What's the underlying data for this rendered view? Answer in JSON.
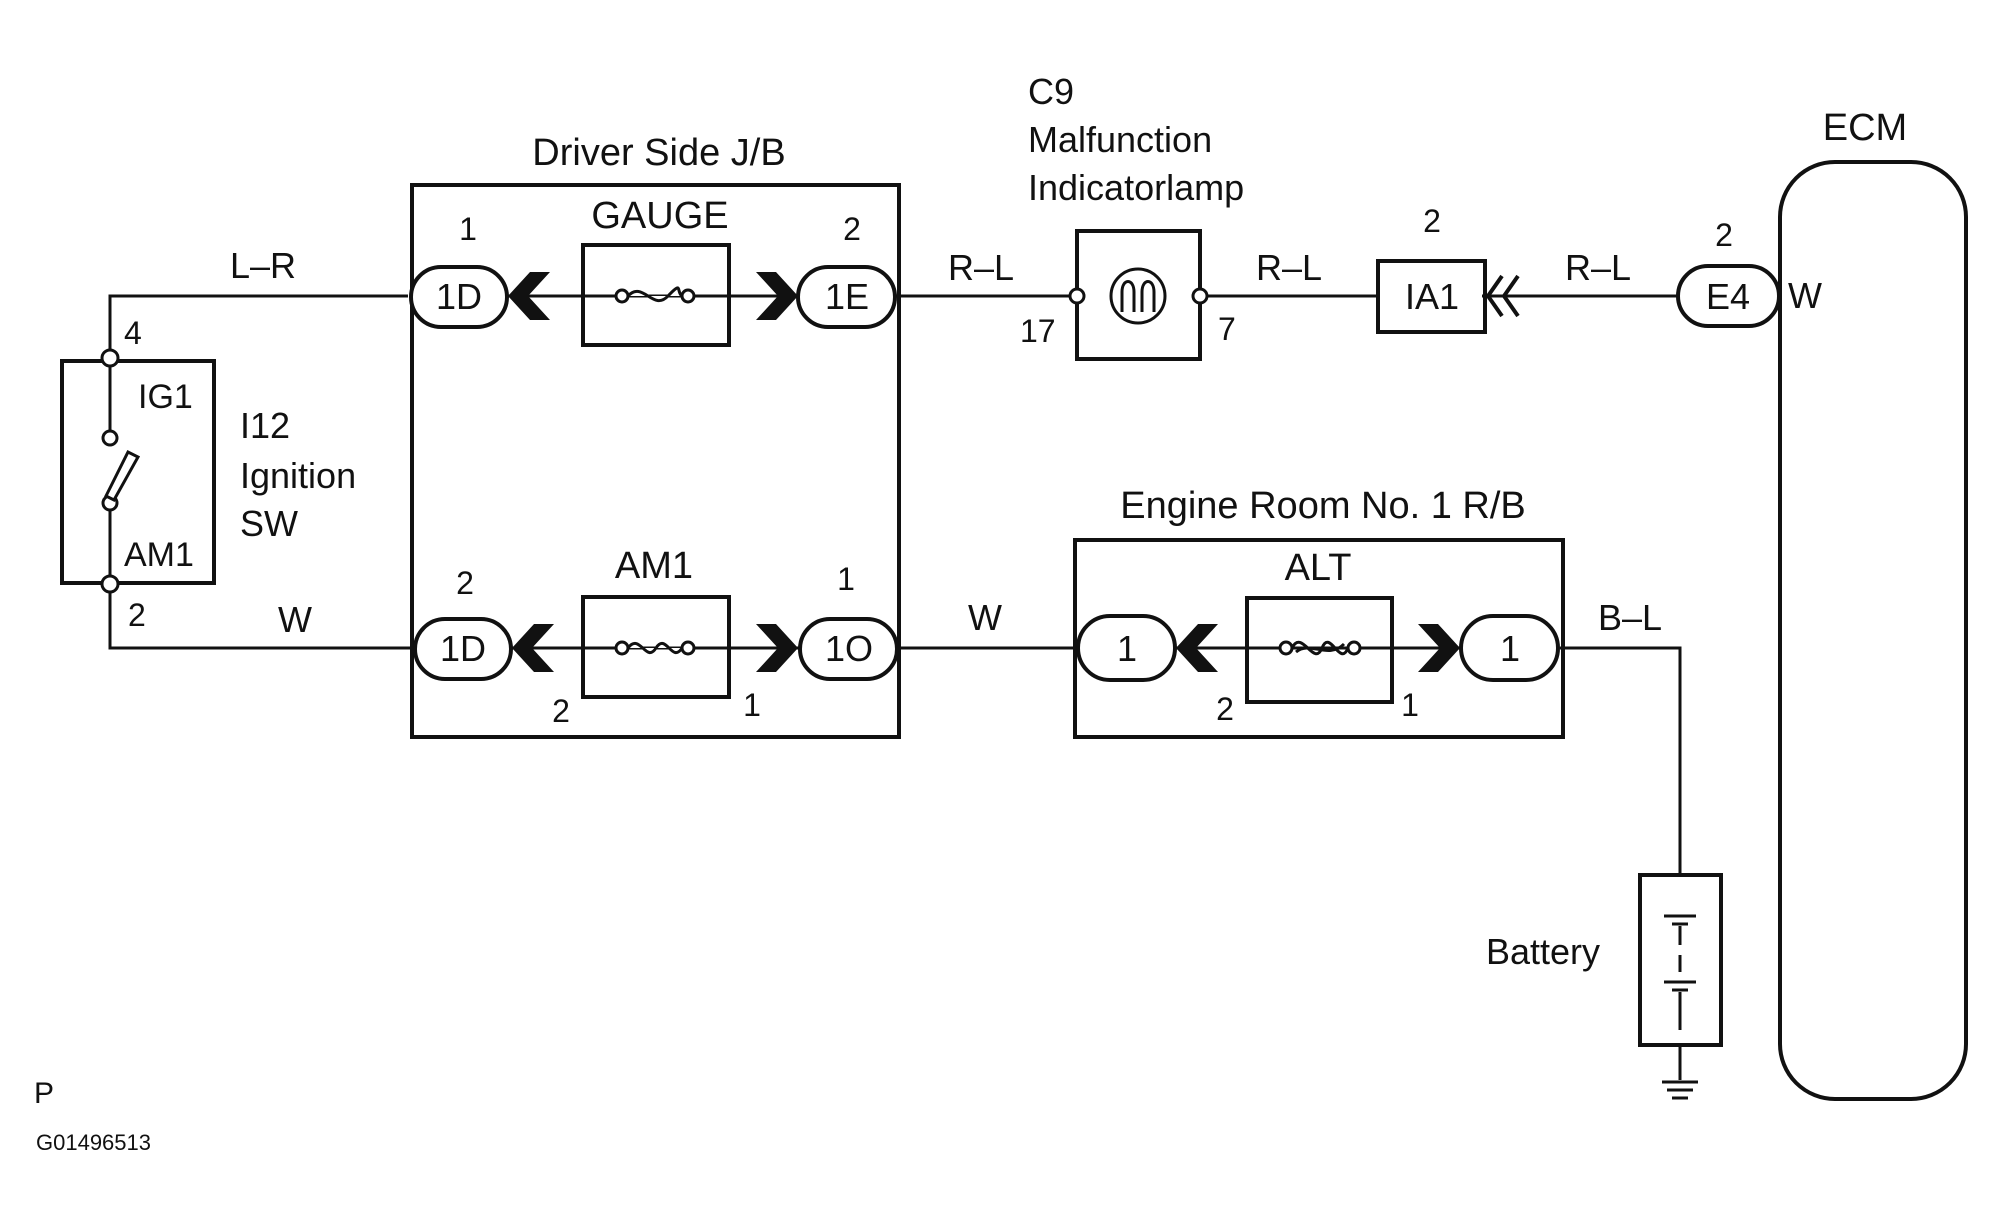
{
  "colors": {
    "ink": "#111111",
    "background": "#ffffff"
  },
  "ignition_switch": {
    "id": "I12",
    "name_line1": "Ignition",
    "name_line2": "SW",
    "terminal_ig1": "IG1",
    "terminal_am1": "AM1",
    "pin_ig1": "4",
    "pin_am1": "2"
  },
  "driver_jb": {
    "title": "Driver Side J/B",
    "gauge_fuse": {
      "label": "GAUGE",
      "in_connector": "1D",
      "in_pin": "1",
      "out_connector": "1E",
      "out_pin": "2"
    },
    "am1_fuse": {
      "label": "AM1",
      "in_connector": "1D",
      "in_pin": "2",
      "out_connector": "1O",
      "out_pin": "1",
      "fuse_pin_left": "2",
      "fuse_pin_right": "1"
    }
  },
  "mil": {
    "id": "C9",
    "name_line1": "Malfunction",
    "name_line2": "Indicatorlamp",
    "pin_in": "17",
    "pin_out": "7"
  },
  "junction_ia1": {
    "label": "IA1",
    "pin": "2"
  },
  "ecm": {
    "label": "ECM",
    "connector": "E4",
    "pin": "2",
    "wire_color": "W"
  },
  "engine_rb": {
    "title": "Engine Room No. 1 R/B",
    "alt_fuse": {
      "label": "ALT",
      "in_connector": "1",
      "out_connector": "1",
      "fuse_pin_left": "2",
      "fuse_pin_right": "1"
    }
  },
  "battery": {
    "label": "Battery"
  },
  "wires": {
    "lr": "L–R",
    "w_upper": "W",
    "rl_1": "R–L",
    "rl_2": "R–L",
    "rl_3": "R–L",
    "w_lower": "W",
    "bl": "B–L"
  },
  "footer": {
    "mark": "P",
    "code": "G01496513"
  }
}
